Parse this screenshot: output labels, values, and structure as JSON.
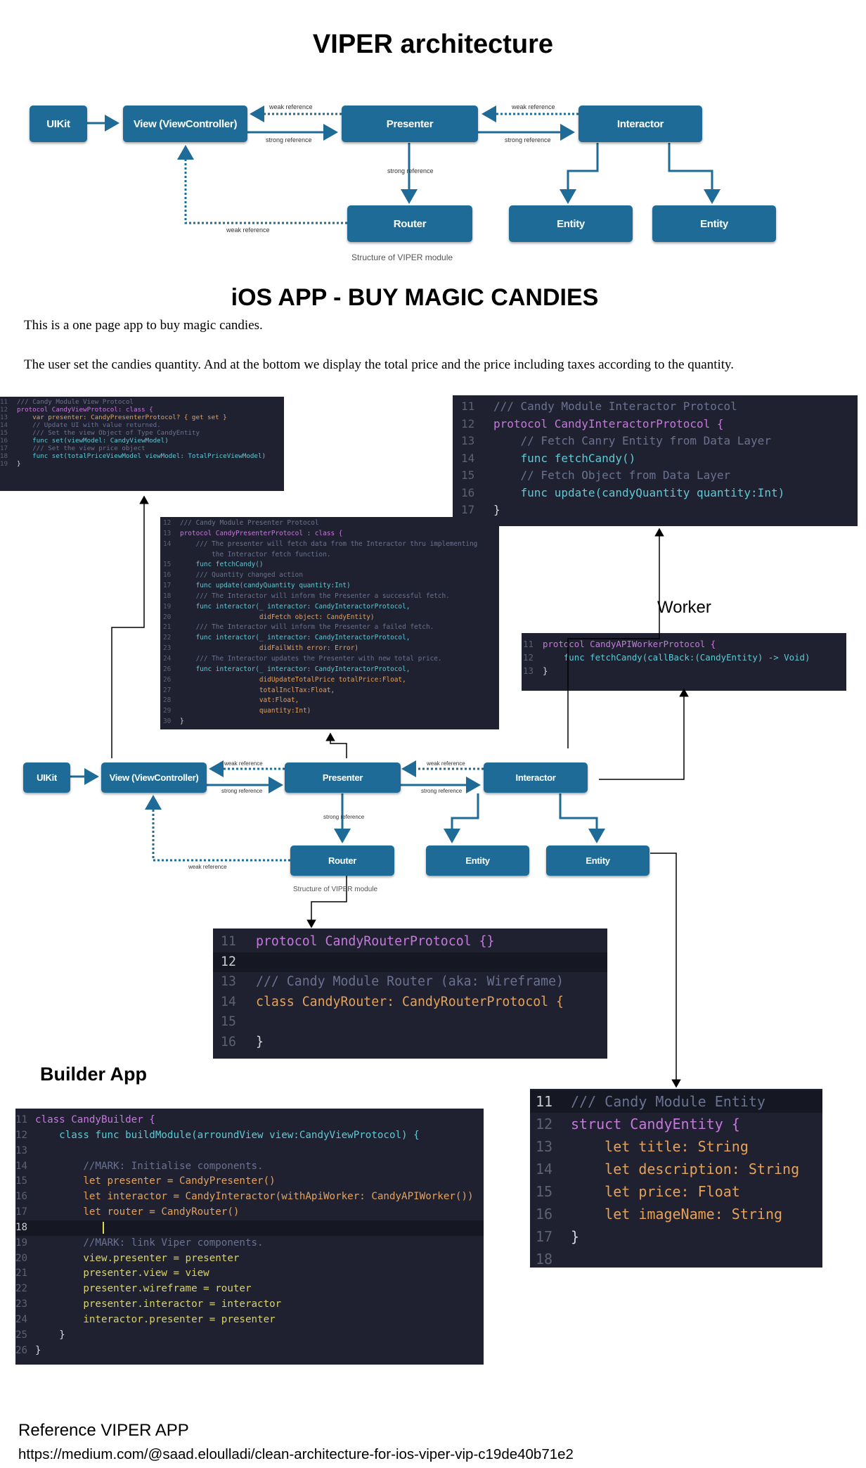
{
  "title": "VIPER architecture",
  "diagram_top": {
    "nodes": {
      "uikit": "UIKit",
      "view": "View (ViewController)",
      "presenter": "Presenter",
      "interactor": "Interactor",
      "router": "Router",
      "entity1": "Entity",
      "entity2": "Entity"
    },
    "labels": {
      "weak_vp": "weak reference",
      "strong_vp": "strong reference",
      "weak_ip": "weak reference",
      "strong_pi": "strong reference",
      "strong_pr": "strong reference",
      "weak_rv": "weak reference"
    },
    "caption": "Structure of VIPER module"
  },
  "app_title": "iOS APP - BUY MAGIC CANDIES",
  "intro": [
    "This is a one page app to buy magic candies.",
    "The user set the candies quantity. And at the bottom we display the total price and the price including taxes according to the quantity."
  ],
  "worker_label": "Worker",
  "builder_label": "Builder App",
  "diagram_mid": {
    "nodes": {
      "uikit": "UIKit",
      "view": "View (ViewController)",
      "presenter": "Presenter",
      "interactor": "Interactor",
      "router": "Router",
      "entity1": "Entity",
      "entity2": "Entity"
    },
    "labels": {
      "weak_vp": "weak reference",
      "strong_vp": "strong reference",
      "weak_ip": "weak reference",
      "strong_pi": "strong reference",
      "strong_pr": "strong reference",
      "weak_rv": "weak reference"
    },
    "caption": "Structure of VIPER module"
  },
  "code": {
    "view": [
      [
        "11",
        "/// Candy Module View Protocol"
      ],
      [
        "12",
        "protocol CandyViewProtocol: class {"
      ],
      [
        "13",
        "    var presenter: CandyPresenterProtocol? { get set }"
      ],
      [
        "14",
        "    // Update UI with value returned."
      ],
      [
        "15",
        "    /// Set the view Object of Type CandyEntity"
      ],
      [
        "16",
        "    func set(viewModel: CandyViewModel)"
      ],
      [
        "17",
        "    /// Set the view price object"
      ],
      [
        "18",
        "    func set(totalPriceViewModel viewModel: TotalPriceViewModel)"
      ],
      [
        "19",
        "}"
      ]
    ],
    "interactor": [
      [
        "11",
        "/// Candy Module Interactor Protocol"
      ],
      [
        "12",
        "protocol CandyInteractorProtocol {"
      ],
      [
        "13",
        "    // Fetch Canry Entity from Data Layer"
      ],
      [
        "14",
        "    func fetchCandy()"
      ],
      [
        "15",
        "    // Fetch Object from Data Layer"
      ],
      [
        "16",
        "    func update(candyQuantity quantity:Int)"
      ],
      [
        "17",
        "}"
      ]
    ],
    "presenter": [
      [
        "12",
        "/// Candy Module Presenter Protocol"
      ],
      [
        "13",
        "protocol CandyPresenterProtocol : class {"
      ],
      [
        "14",
        "    /// The presenter will fetch data from the Interactor thru implementing"
      ],
      [
        "",
        "        the Interactor fetch function."
      ],
      [
        "15",
        "    func fetchCandy()"
      ],
      [
        "16",
        "    /// Quantity changed action"
      ],
      [
        "17",
        "    func update(candyQuantity quantity:Int)"
      ],
      [
        "18",
        "    /// The Interactor will inform the Presenter a successful fetch."
      ],
      [
        "19",
        "    func interactor(_ interactor: CandyInteractorProtocol,"
      ],
      [
        "20",
        "                    didFetch object: CandyEntity)"
      ],
      [
        "21",
        "    /// The Interactor will inform the Presenter a failed fetch."
      ],
      [
        "22",
        "    func interactor(_ interactor: CandyInteractorProtocol,"
      ],
      [
        "23",
        "                    didFailWith error: Error)"
      ],
      [
        "24",
        "    /// The Interactor updates the Presenter with new total price."
      ],
      [
        "26",
        "    func interactor(_ interactor: CandyInteractorProtocol,"
      ],
      [
        "26",
        "                    didUpdateTotalPrice totalPrice:Float,"
      ],
      [
        "27",
        "                    totalInclTax:Float,"
      ],
      [
        "28",
        "                    vat:Float,"
      ],
      [
        "29",
        "                    quantity:Int)"
      ],
      [
        "30",
        "}"
      ]
    ],
    "worker": [
      [
        "11",
        "protocol CandyAPIWorkerProtocol {"
      ],
      [
        "12",
        "    func fetchCandy(callBack:(CandyEntity) -> Void)"
      ],
      [
        "13",
        "}"
      ]
    ],
    "router": [
      [
        "11",
        "protocol CandyRouterProtocol {}"
      ],
      [
        "12",
        ""
      ],
      [
        "13",
        "/// Candy Module Router (aka: Wireframe)"
      ],
      [
        "14",
        "class CandyRouter: CandyRouterProtocol {"
      ],
      [
        "15",
        ""
      ],
      [
        "16",
        "}"
      ]
    ],
    "builder": [
      [
        "11",
        "class CandyBuilder {"
      ],
      [
        "12",
        "    class func buildModule(arroundView view:CandyViewProtocol) {"
      ],
      [
        "13",
        ""
      ],
      [
        "14",
        "        //MARK: Initialise components."
      ],
      [
        "15",
        "        let presenter = CandyPresenter()"
      ],
      [
        "16",
        "        let interactor = CandyInteractor(withApiWorker: CandyAPIWorker())"
      ],
      [
        "17",
        "        let router = CandyRouter()"
      ],
      [
        "18",
        ""
      ],
      [
        "19",
        "        //MARK: link Viper components."
      ],
      [
        "20",
        "        view.presenter = presenter"
      ],
      [
        "21",
        "        presenter.view = view"
      ],
      [
        "22",
        "        presenter.wireframe = router"
      ],
      [
        "23",
        "        presenter.interactor = interactor"
      ],
      [
        "24",
        "        interactor.presenter = presenter"
      ],
      [
        "25",
        "    }"
      ],
      [
        "26",
        "}"
      ]
    ],
    "entity": [
      [
        "11",
        "/// Candy Module Entity"
      ],
      [
        "12",
        "struct CandyEntity {"
      ],
      [
        "13",
        "    let title: String"
      ],
      [
        "14",
        "    let description: String"
      ],
      [
        "15",
        "    let price: Float"
      ],
      [
        "16",
        "    let imageName: String"
      ],
      [
        "17",
        "}"
      ],
      [
        "18",
        ""
      ]
    ]
  },
  "reference": {
    "label": "Reference VIPER APP",
    "url": "https://medium.com/@saad.eloulladi/clean-architecture-for-ios-viper-vip-c19de40b71e2"
  },
  "colors": {
    "node": "#1d6b96",
    "code_bg": "#1f2130",
    "comment": "#6b7290",
    "keyword": "#c678dd",
    "type": "#5fc9d4",
    "accent": "#e5a25a"
  }
}
